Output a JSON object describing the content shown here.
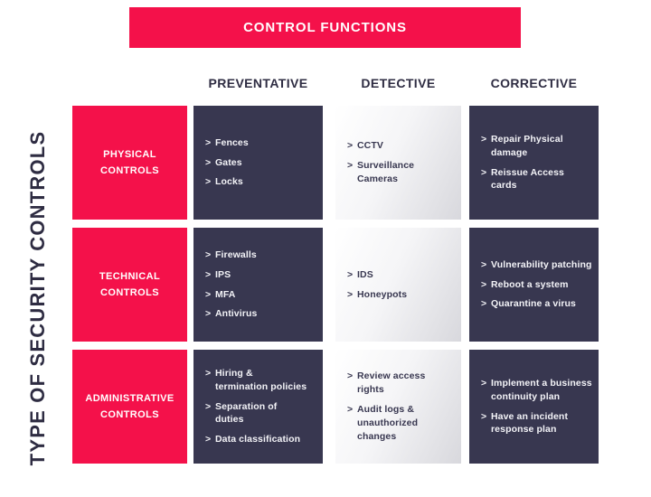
{
  "banner": {
    "label": "CONTROL FUNCTIONS"
  },
  "y_axis_label": "TYPE OF SECURITY CONTROLS",
  "chevron_glyph": ">",
  "colors": {
    "accent_red": "#F4114A",
    "dark_navy": "#383750",
    "light_cell_gray": "#D8D8DD",
    "header_text": "#2E2C42"
  },
  "matrix": {
    "column_headers": [
      "PREVENTATIVE",
      "DETECTIVE",
      "CORRECTIVE"
    ],
    "rows": [
      {
        "label": "PHYSICAL CONTROLS",
        "cells": [
          [
            "Fences",
            "Gates",
            "Locks"
          ],
          [
            "CCTV",
            "Surveillance\nCameras"
          ],
          [
            "Repair Physical\ndamage",
            "Reissue Access\ncards"
          ]
        ]
      },
      {
        "label": "TECHNICAL CONTROLS",
        "cells": [
          [
            "Firewalls",
            "IPS",
            "MFA",
            "Antivirus"
          ],
          [
            "IDS",
            "Honeypots"
          ],
          [
            "Vulnerability patching",
            "Reboot a system",
            "Quarantine a virus"
          ]
        ]
      },
      {
        "label": "ADMINISTRATIVE CONTROLS",
        "cells": [
          [
            "Hiring &\ntermination policies",
            "Separation of\nduties",
            "Data classification"
          ],
          [
            "Review access\nrights",
            "Audit logs &\nunauthorized\nchanges"
          ],
          [
            "Implement a business\ncontinuity plan",
            "Have an incident\nresponse plan"
          ]
        ]
      }
    ]
  }
}
